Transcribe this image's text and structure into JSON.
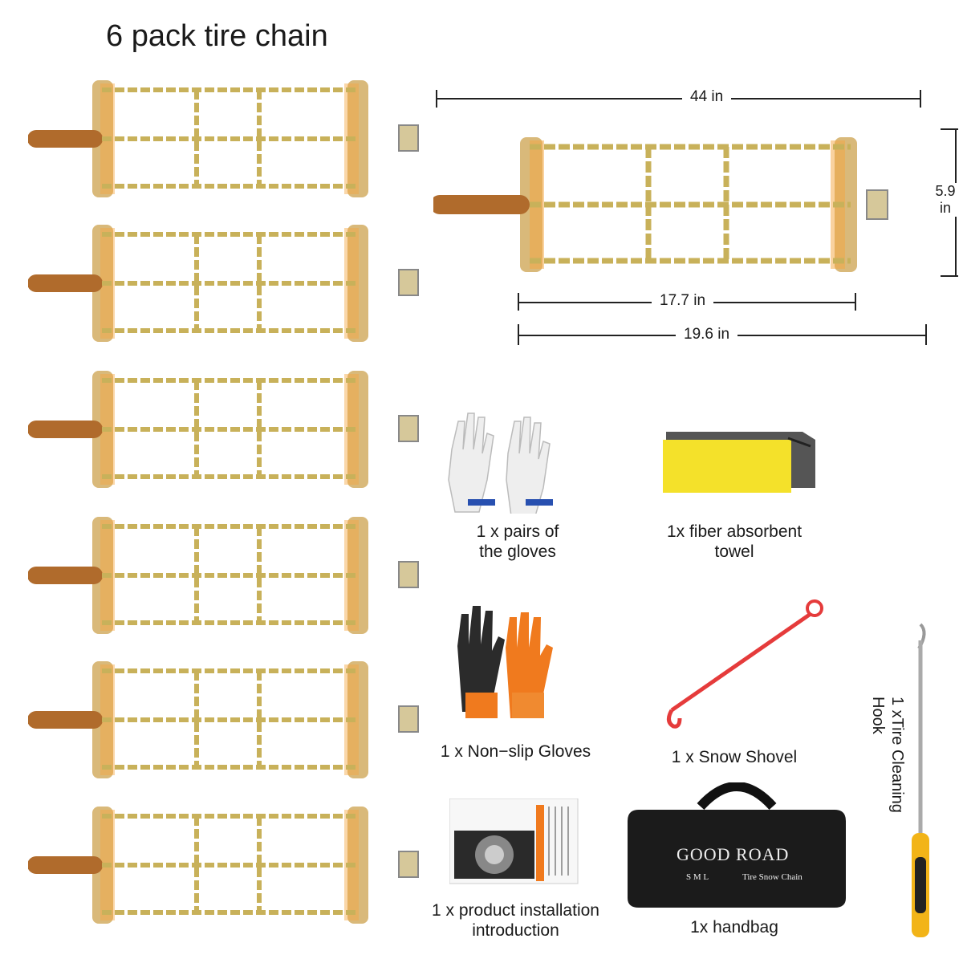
{
  "title": "6 pack tire chain",
  "dimensions": {
    "length": "44 in",
    "height": "5.9 in",
    "inner_width": "17.7 in",
    "outer_width": "19.6 in"
  },
  "items": {
    "gloves": {
      "line1": "1 x pairs of",
      "line2": "the gloves"
    },
    "towel": {
      "line1": "1x fiber absorbent",
      "line2": "towel"
    },
    "nonslip": {
      "line1": "1 x Non−slip Gloves"
    },
    "shovel": {
      "line1": "1 x Snow Shovel"
    },
    "manual": {
      "line1": "1 x product installation",
      "line2": "introduction"
    },
    "handbag": {
      "line1": "1x  handbag"
    },
    "hook": {
      "line1": "1 xTire Cleaning",
      "line2": "Hook"
    }
  },
  "bag": {
    "brand": "GOOD  ROAD",
    "sub": "Tire Snow Chain",
    "logo": "S M L"
  },
  "colors": {
    "chain": "#c8b15a",
    "strap": "#b06b2c",
    "plate": "#d9b97a",
    "towel": "#f4e12a",
    "glove_orange": "#f07a1e",
    "shovel": "#e53b3b"
  }
}
